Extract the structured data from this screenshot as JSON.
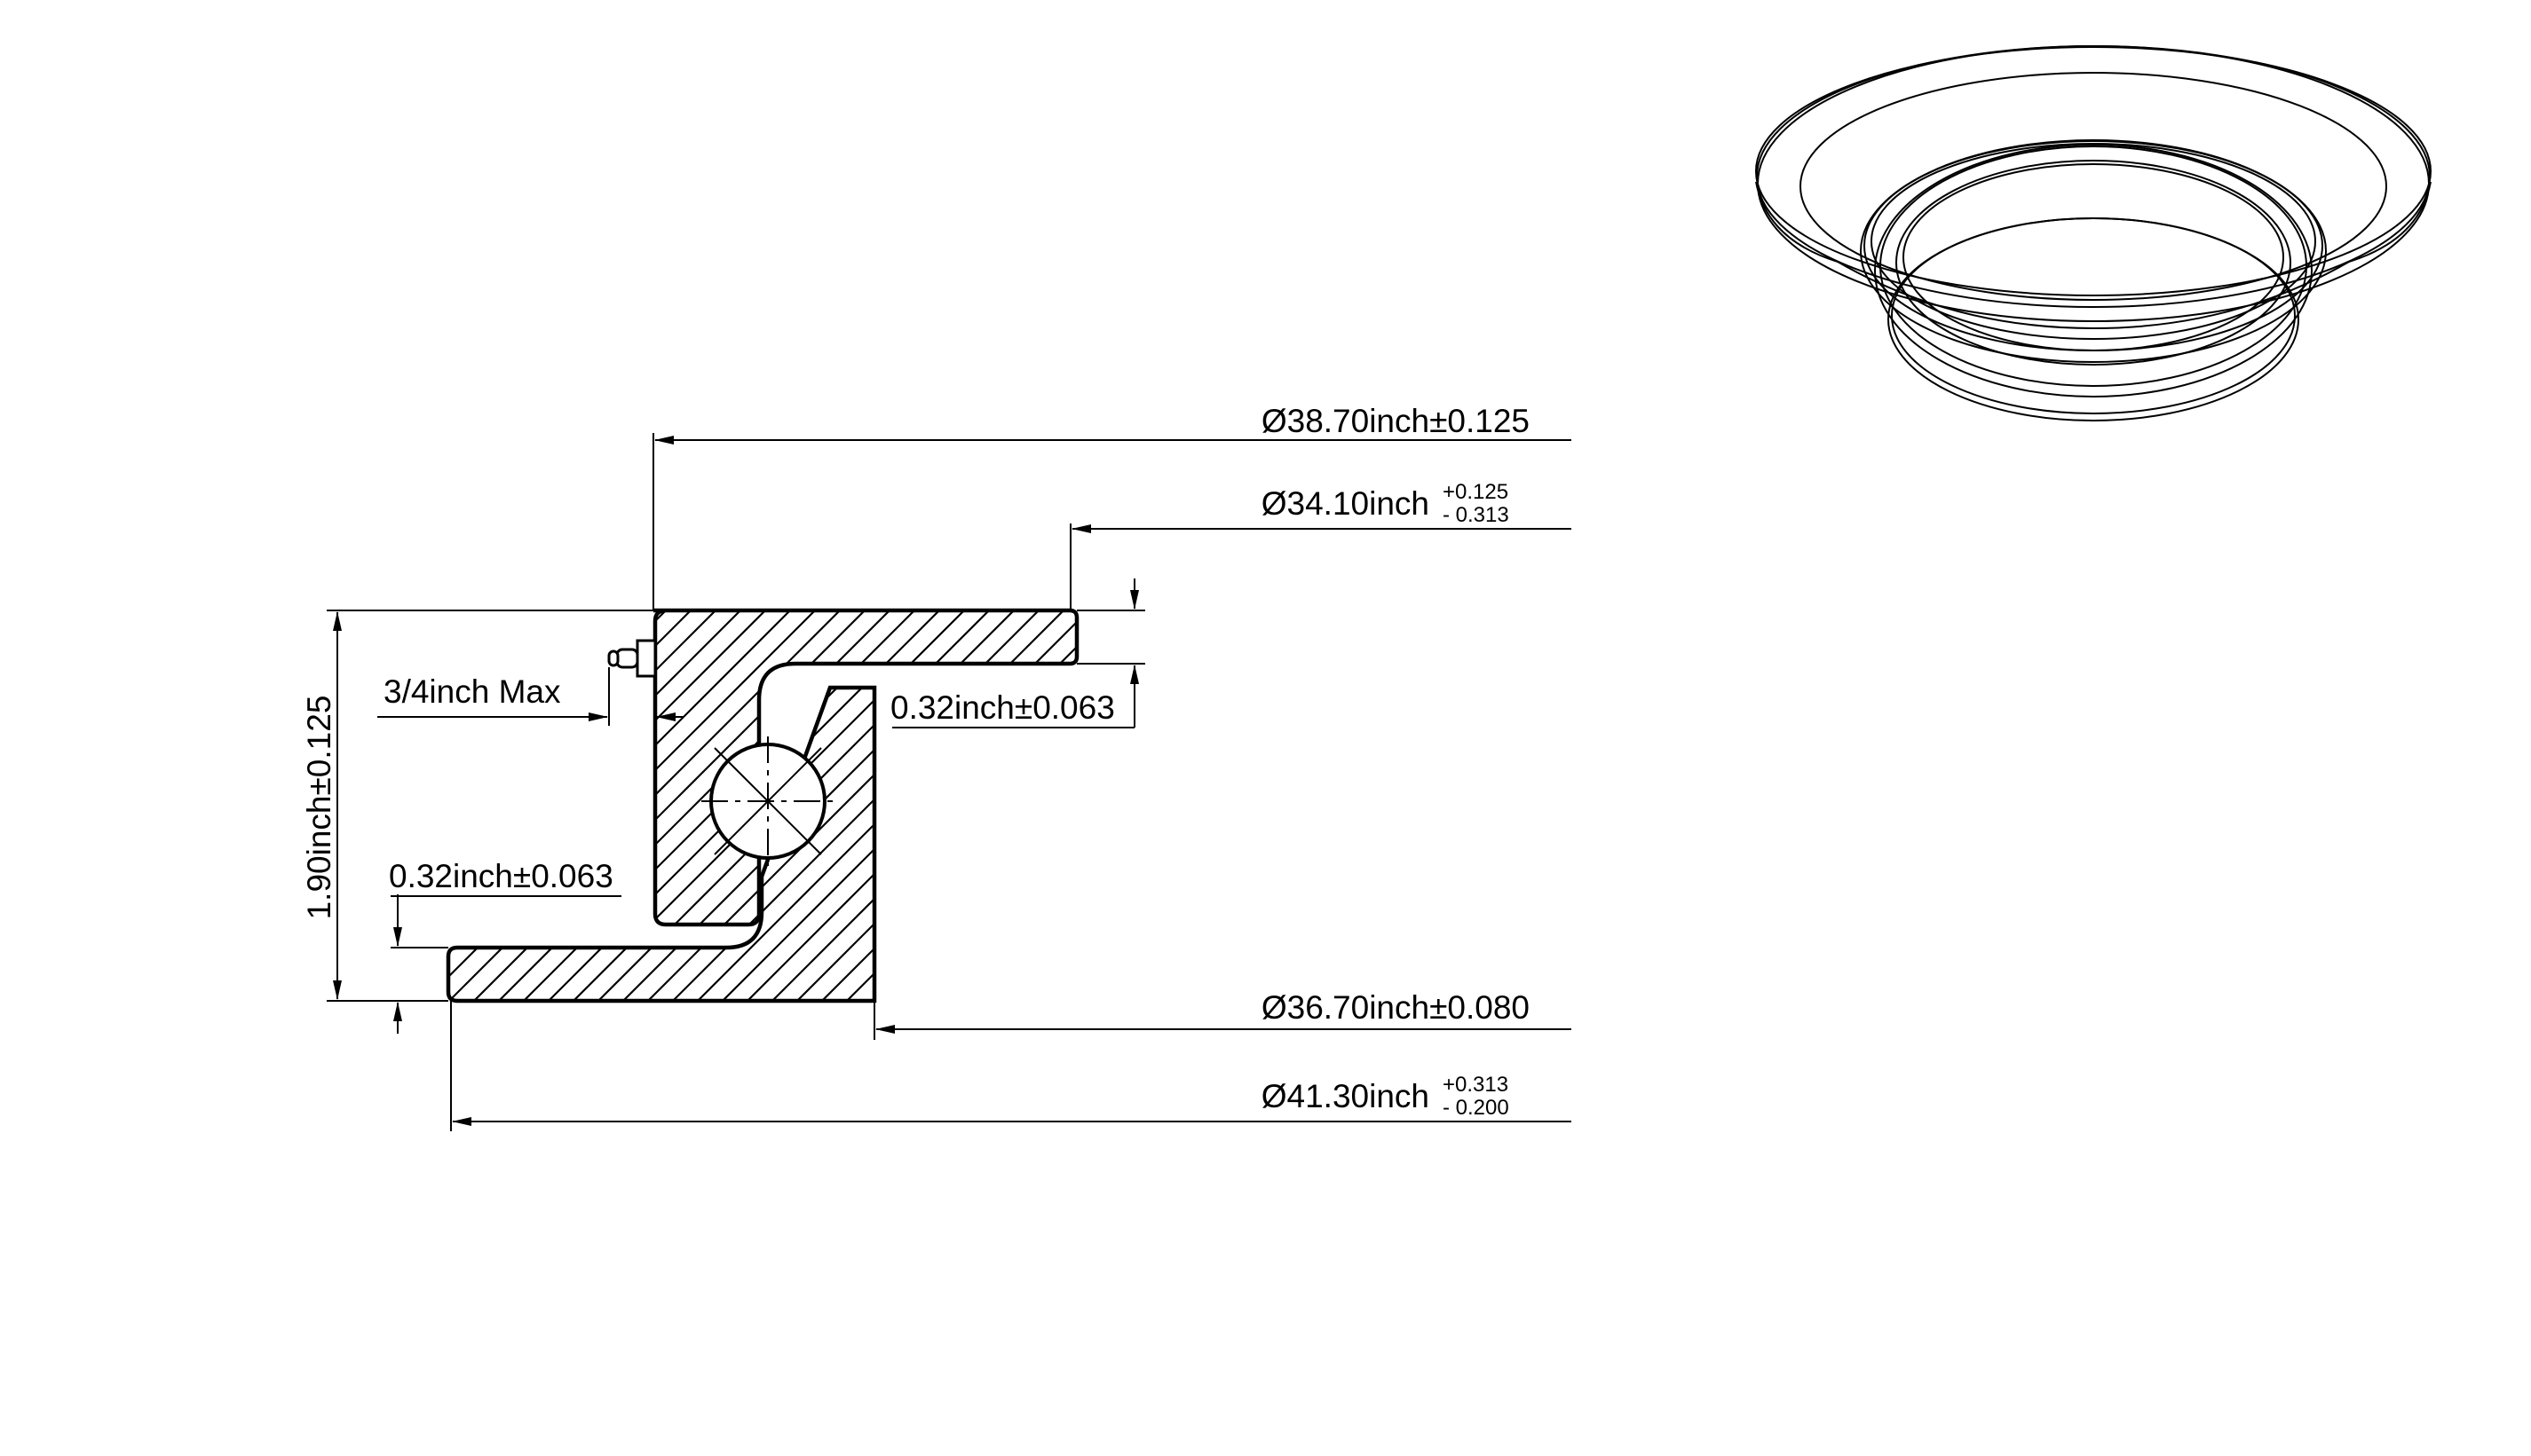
{
  "dimensions": {
    "outer_top": {
      "text": "Ø38.70inch±0.125"
    },
    "inner_top": {
      "text": "Ø34.10inch",
      "tol_plus": "+0.125",
      "tol_minus": "- 0.313"
    },
    "inner_bottom": {
      "text": "Ø36.70inch±0.080"
    },
    "outer_bottom": {
      "text": "Ø41.30inch",
      "tol_plus": "+0.313",
      "tol_minus": "- 0.200"
    },
    "height": {
      "text": "1.90inch±0.125"
    },
    "fitting": {
      "text": "3/4inch Max"
    },
    "flange_top": {
      "text": "0.32inch±0.063"
    },
    "flange_bottom": {
      "text": "0.32inch±0.063"
    }
  }
}
